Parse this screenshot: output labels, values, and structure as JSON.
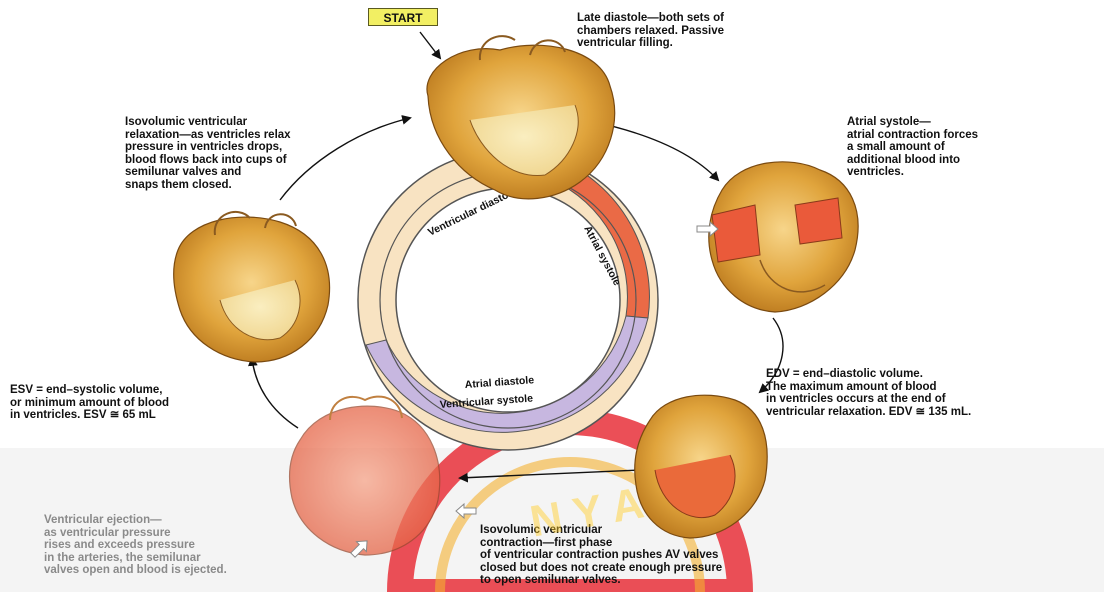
{
  "start_label": "START",
  "labels": {
    "late_diastole": "Late diastole—both sets of\nchambers relaxed.  Passive\nventricular filling.",
    "atrial_systole": "Atrial systole—\natrial contraction forces\na small amount of\nadditional blood into\nventricles.",
    "edv": "EDV = end–diastolic volume.\nThe maximum amount of blood\nin ventricles occurs at the end of\nventricular relaxation. EDV ≅ 135 mL.",
    "isovolumic_contraction": "Isovolumic ventricular\ncontraction—first phase\nof ventricular contraction pushes AV valves\nclosed but does not create enough pressure\nto open semilunar valves.",
    "ventricular_ejection": "Ventricular ejection—\nas ventricular pressure\nrises and exceeds pressure\nin the arteries, the semilunar\nvalves open and blood is ejected.",
    "esv": "ESV = end–systolic volume,\nor minimum amount of blood\nin ventricles. ESV ≅ 65 mL",
    "isovolumic_relaxation": "Isovolumic ventricular\nrelaxation—as ventricles relax\npressure in ventricles drops,\nblood flows back into cups of\nsemilunar valves and\nsnaps them closed."
  },
  "ring": {
    "ventricular_diastole": "Ventricular diastole",
    "atrial_systole": "Atrial systole",
    "atrial_diastole": "Atrial diastole",
    "ventricular_systole": "Ventricular systole"
  },
  "watermark": "N Y A"
}
